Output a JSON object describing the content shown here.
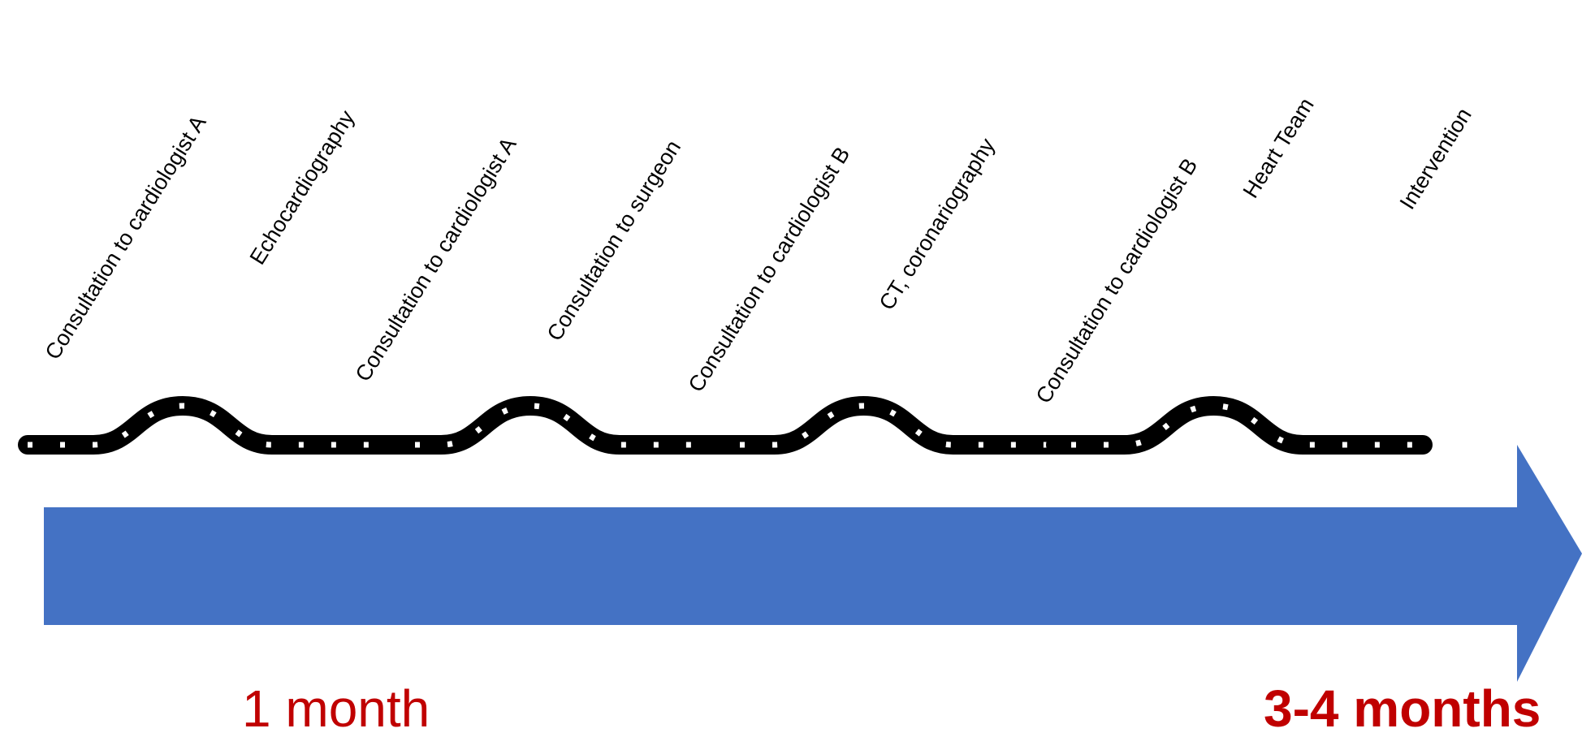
{
  "steps": [
    "Consultation to cardiologist A",
    "Echocardiography",
    "Consultation to cardiologist  A",
    "Consultation to surgeon",
    "Consultation to cardiologist  B",
    "CT, coronariography",
    "Consultation to cardiologist  B",
    "Heart Team",
    "Intervention"
  ],
  "timeline": {
    "start_label": "1 month",
    "end_label": "3-4 months"
  },
  "colors": {
    "arrow": "#4472c4",
    "time_label": "#c00000",
    "rope": "#000000",
    "step_text": "#000000"
  }
}
